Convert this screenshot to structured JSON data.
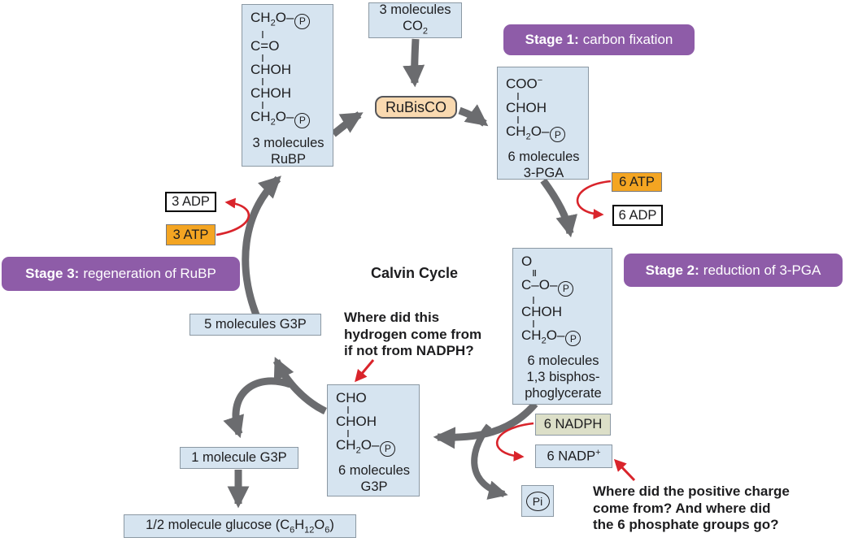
{
  "palette": {
    "box_blue": "#d6e4f0",
    "box_border": "#8b98a3",
    "stage_purple": "#8e5ca8",
    "atp_orange": "#f4a522",
    "rubisco_peach": "#f9d9b0",
    "nadph_green": "#dcdfc8",
    "arrow_gray": "#6b6c6f",
    "arrow_red": "#d9242b"
  },
  "title": "Calvin Cycle",
  "stages": {
    "s1": {
      "bold": "Stage 1:",
      "rest": "carbon fixation"
    },
    "s2": {
      "bold": "Stage 2:",
      "rest": "reduction of 3-PGA"
    },
    "s3": {
      "bold": "Stage 3:",
      "rest": "regeneration of RuBP"
    }
  },
  "boxes": {
    "co2": {
      "line1": "3 molecules",
      "formula_line": [
        "CO",
        {
          "sub": "2"
        }
      ]
    },
    "rubisco": "RuBisCO",
    "rubp": {
      "formula": [
        [
          "CH",
          {
            "sub": "2"
          },
          "O–",
          {
            "circle": "P"
          }
        ],
        {
          "bond": "|"
        },
        [
          "C=O"
        ],
        {
          "bond": "|"
        },
        [
          "CHOH"
        ],
        {
          "bond": "|"
        },
        [
          "CHOH"
        ],
        {
          "bond": "|"
        },
        [
          "CH",
          {
            "sub": "2"
          },
          "O–",
          {
            "circle": "P"
          }
        ]
      ],
      "caption": [
        "3 molecules",
        "RuBP"
      ]
    },
    "pga": {
      "formula": [
        [
          "COO",
          {
            "sup": "−"
          }
        ],
        {
          "bond": "|"
        },
        [
          "CHOH"
        ],
        {
          "bond": "|"
        },
        [
          "CH",
          {
            "sub": "2"
          },
          "O–",
          {
            "circle": "P"
          }
        ]
      ],
      "caption": [
        "6 molecules",
        "3-PGA"
      ]
    },
    "bpg": {
      "formula": [
        [
          "O"
        ],
        {
          "bond": "‖"
        },
        [
          "C–O–",
          {
            "circle": "P"
          }
        ],
        {
          "bond": "|"
        },
        [
          "CHOH"
        ],
        {
          "bond": "|"
        },
        [
          "CH",
          {
            "sub": "2"
          },
          "O–",
          {
            "circle": "P"
          }
        ]
      ],
      "caption": [
        "6 molecules",
        "1,3 bisphos-",
        "phoglycerate"
      ]
    },
    "g3p": {
      "formula": [
        [
          "CHO"
        ],
        {
          "bond": "|"
        },
        [
          "CHOH"
        ],
        {
          "bond": "|"
        },
        [
          "CH",
          {
            "sub": "2"
          },
          "O–",
          {
            "circle": "P"
          }
        ]
      ],
      "caption": [
        "6 molecules",
        "G3P"
      ]
    },
    "atp6": "6 ATP",
    "adp6": "6 ADP",
    "atp3": "3 ATP",
    "adp3": "3 ADP",
    "nadph": "6 NADPH",
    "nadp": [
      "6 NADP",
      {
        "sup": "+"
      }
    ],
    "pi": "Pi",
    "g3p5": "5 molecules G3P",
    "g3p1": "1 molecule G3P",
    "glucose": [
      "1/2 molecule glucose (C",
      {
        "sub": "6"
      },
      "H",
      {
        "sub": "12"
      },
      "O",
      {
        "sub": "6"
      },
      ")"
    ]
  },
  "annotations": {
    "hydrogen": [
      "Where did this",
      "hydrogen come from",
      "if not from NADPH?"
    ],
    "charge": [
      "Where did the positive charge",
      "come from? And where did",
      "the 6 phosphate groups go?"
    ]
  }
}
